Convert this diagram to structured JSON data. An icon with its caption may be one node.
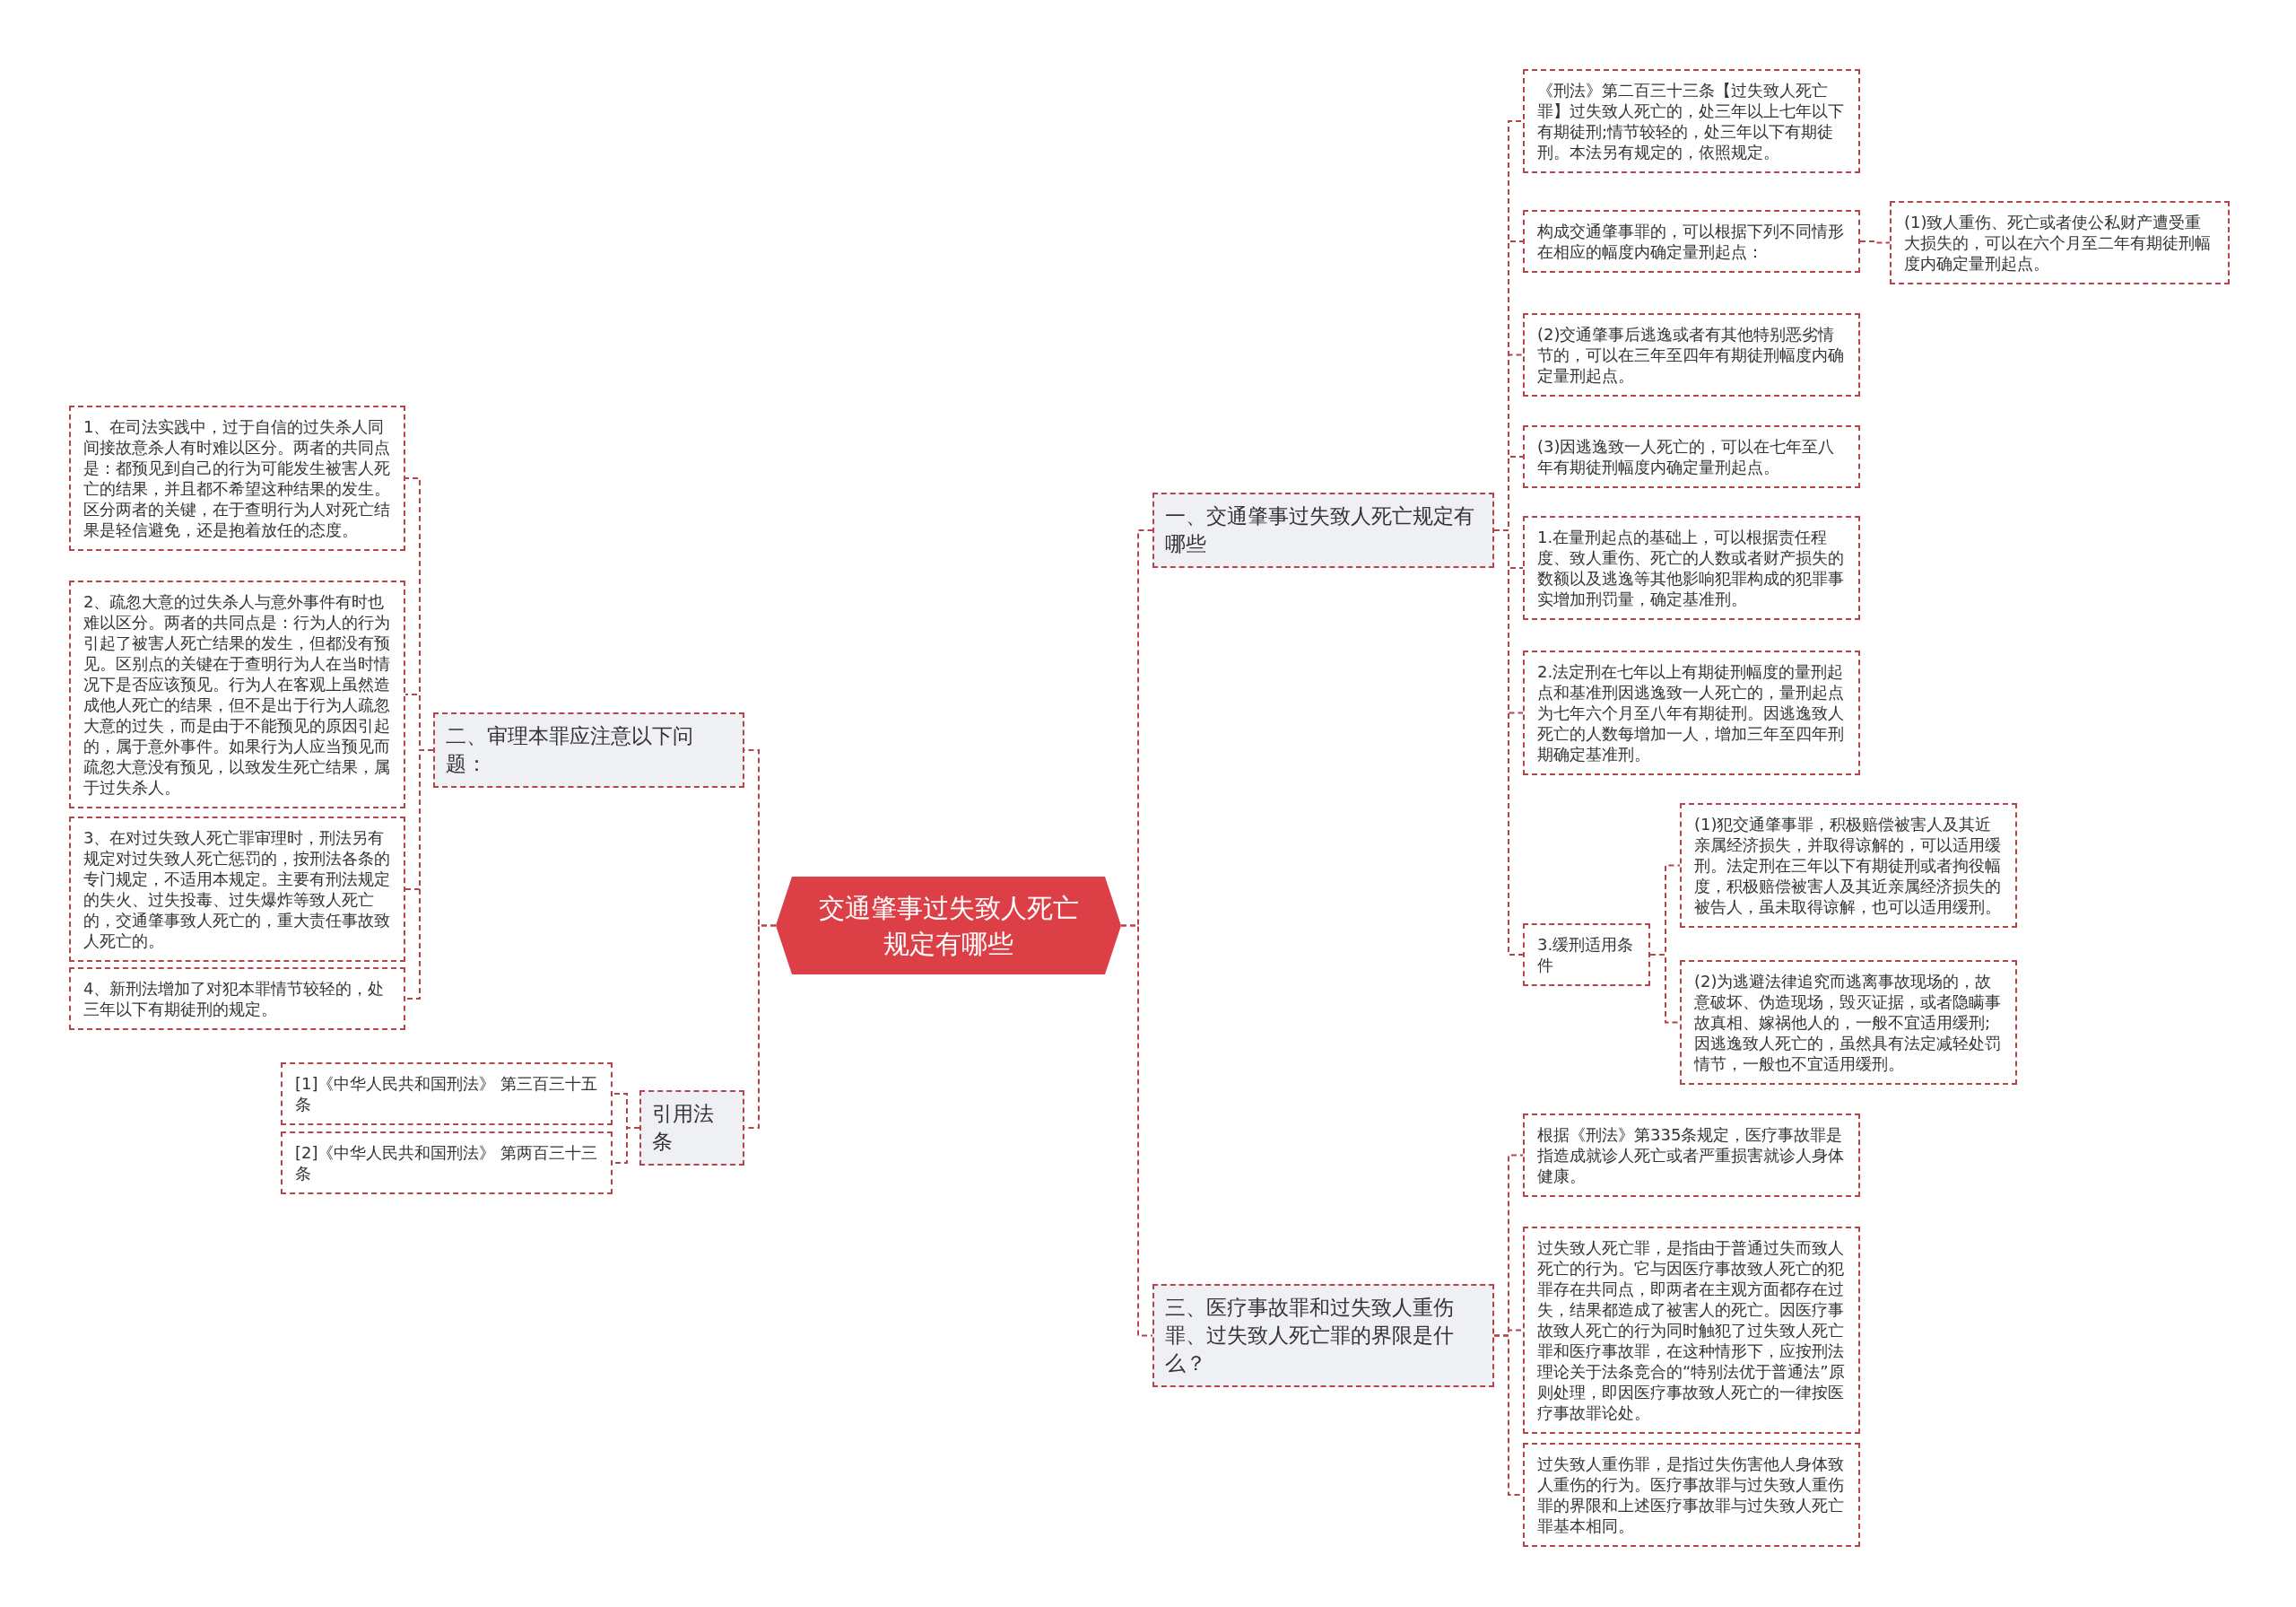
{
  "diagram": {
    "nodes": [
      {
        "text": [
          "交通肇事过失致人死亡规定有哪些"
        ]
      },
      {
        "text": [
          "一、交通肇事过失致人死亡规定有哪些"
        ]
      },
      {
        "text": [
          "《刑法》第二百三十三条【过失致人死亡罪】过失致人死亡的，处三年以上七年以下有期徒刑;情节较轻的，处三年以下有期徒刑。本法另有规定的，依照规定。"
        ]
      },
      {
        "text": [
          "构成交通肇事罪的，可以根据下列不同情形在相应的幅度内确定量刑起点："
        ]
      },
      {
        "text": [
          "(1)致人重伤、死亡或者使公私财产遭受重大损失的，可以在六个月至二年有期徒刑幅度内确定量刑起点。"
        ]
      },
      {
        "text": [
          "(2)交通肇事后逃逸或者有其他特别恶劣情节的，可以在三年至四年有期徒刑幅度内确定量刑起点。"
        ]
      },
      {
        "text": [
          "(3)因逃逸致一人死亡的，可以在七年至八年有期徒刑幅度内确定量刑起点。"
        ]
      },
      {
        "text": [
          "1.在量刑起点的基础上，可以根据责任程度、致人重伤、死亡的人数或者财产损失的数额以及逃逸等其他影响犯罪构成的犯罪事实增加刑罚量，确定基准刑。"
        ]
      },
      {
        "text": [
          "2.法定刑在七年以上有期徒刑幅度的量刑起点和基准刑因逃逸致一人死亡的，量刑起点为七年六个月至八年有期徒刑。因逃逸致人死亡的人数每增加一人，增加三年至四年刑期确定基准刑。"
        ]
      },
      {
        "text": [
          "3.缓刑适用条件"
        ]
      },
      {
        "text": [
          "(1)犯交通肇事罪，积极赔偿被害人及其近亲属经济损失，并取得谅解的，可以适用缓刑。法定刑在三年以下有期徒刑或者拘役幅度，积极赔偿被害人及其近亲属经济损失的被告人，虽未取得谅解，也可以适用缓刑。"
        ]
      },
      {
        "text": [
          "(2)为逃避法律追究而逃离事故现场的，故意破坏、伪造现场，毁灭证据，或者隐瞒事故真相、嫁祸他人的，一般不宜适用缓刑;因逃逸致人死亡的，虽然具有法定减轻处罚情节，一般也不宜适用缓刑。"
        ]
      },
      {
        "text": [
          "三、医疗事故罪和过失致人重伤罪、过失致人死亡罪的界限是什么？"
        ]
      },
      {
        "text": [
          "根据《刑法》第335条规定，医疗事故罪是指造成就诊人死亡或者严重损害就诊人身体健康。"
        ]
      },
      {
        "text": [
          "过失致人死亡罪，是指由于普通过失而致人死亡的行为。它与因医疗事故致人死亡的犯罪存在共同点，即两者在主观方面都存在过失，结果都造成了被害人的死亡。因医疗事故致人死亡的行为同时触犯了过失致人死亡罪和医疗事故罪，在这种情形下，应按刑法理论关于法条竞合的“特别法优于普通法”原则处理，即因医疗事故致人死亡的一律按医疗事故罪论处。"
        ]
      },
      {
        "text": [
          "过失致人重伤罪，是指过失伤害他人身体致人重伤的行为。医疗事故罪与过失致人重伤罪的界限和上述医疗事故罪与过失致人死亡罪基本相同。"
        ]
      },
      {
        "text": [
          "二、审理本罪应注意以下问题："
        ]
      },
      {
        "text": [
          "1、在司法实践中，过于自信的过失杀人同间接故意杀人有时难以区分。两者的共同点是：都预见到自己的行为可能发生被害人死亡的结果，并且都不希望这种结果的发生。区分两者的关键，在于查明行为人对死亡结果是轻信避免，还是抱着放任的态度。"
        ]
      },
      {
        "text": [
          "2、疏忽大意的过失杀人与意外事件有时也难以区分。两者的共同点是：行为人的行为引起了被害人死亡结果的发生，但都没有预见。区别点的关键在于查明行为人在当时情况下是否应该预见。行为人在客观上虽然造成他人死亡的结果，但不是出于行为人疏忽大意的过失，而是由于不能预见的原因引起的，属于意外事件。如果行为人应当预见而疏忽大意没有预见，以致发生死亡结果，属于过失杀人。"
        ]
      },
      {
        "text": [
          "3、在对过失致人死亡罪审理时，刑法另有规定对过失致人死亡惩罚的，按刑法各条的专门规定，不适用本规定。主要有刑法规定的失火、过失投毒、过失爆炸等致人死亡的，交通肇事致人死亡的，重大责任事故致人死亡的。"
        ]
      },
      {
        "text": [
          "4、新刑法增加了对犯本罪情节较轻的，处三年以下有期徒刑的规定。"
        ]
      },
      {
        "text": [
          "引用法条"
        ]
      },
      {
        "text": [
          "[1]《中华人民共和国刑法》 第三百三十五条"
        ]
      },
      {
        "text": [
          "[2]《中华人民共和国刑法》 第两百三十三条"
        ]
      }
    ],
    "edges": [
      {
        "from": 0,
        "to": 1,
        "arrow": "none"
      },
      {
        "from": 1,
        "to": 2,
        "arrow": "none"
      },
      {
        "from": 1,
        "to": 3,
        "arrow": "none"
      },
      {
        "from": 3,
        "to": 4,
        "arrow": "none"
      },
      {
        "from": 1,
        "to": 5,
        "arrow": "none"
      },
      {
        "from": 1,
        "to": 6,
        "arrow": "none"
      },
      {
        "from": 1,
        "to": 7,
        "arrow": "none"
      },
      {
        "from": 1,
        "to": 8,
        "arrow": "none"
      },
      {
        "from": 1,
        "to": 9,
        "arrow": "none"
      },
      {
        "from": 9,
        "to": 10,
        "arrow": "none"
      },
      {
        "from": 9,
        "to": 11,
        "arrow": "none"
      },
      {
        "from": 0,
        "to": 12,
        "arrow": "none"
      },
      {
        "from": 12,
        "to": 13,
        "arrow": "none"
      },
      {
        "from": 12,
        "to": 14,
        "arrow": "none"
      },
      {
        "from": 12,
        "to": 15,
        "arrow": "none"
      },
      {
        "from": 0,
        "to": 16,
        "arrow": "none"
      },
      {
        "from": 16,
        "to": 17,
        "arrow": "none"
      },
      {
        "from": 16,
        "to": 18,
        "arrow": "none"
      },
      {
        "from": 16,
        "to": 19,
        "arrow": "none"
      },
      {
        "from": 16,
        "to": 20,
        "arrow": "none"
      },
      {
        "from": 0,
        "to": 21,
        "arrow": "none"
      },
      {
        "from": 21,
        "to": 22,
        "arrow": "none"
      },
      {
        "from": 21,
        "to": 23,
        "arrow": "none"
      }
    ]
  }
}
